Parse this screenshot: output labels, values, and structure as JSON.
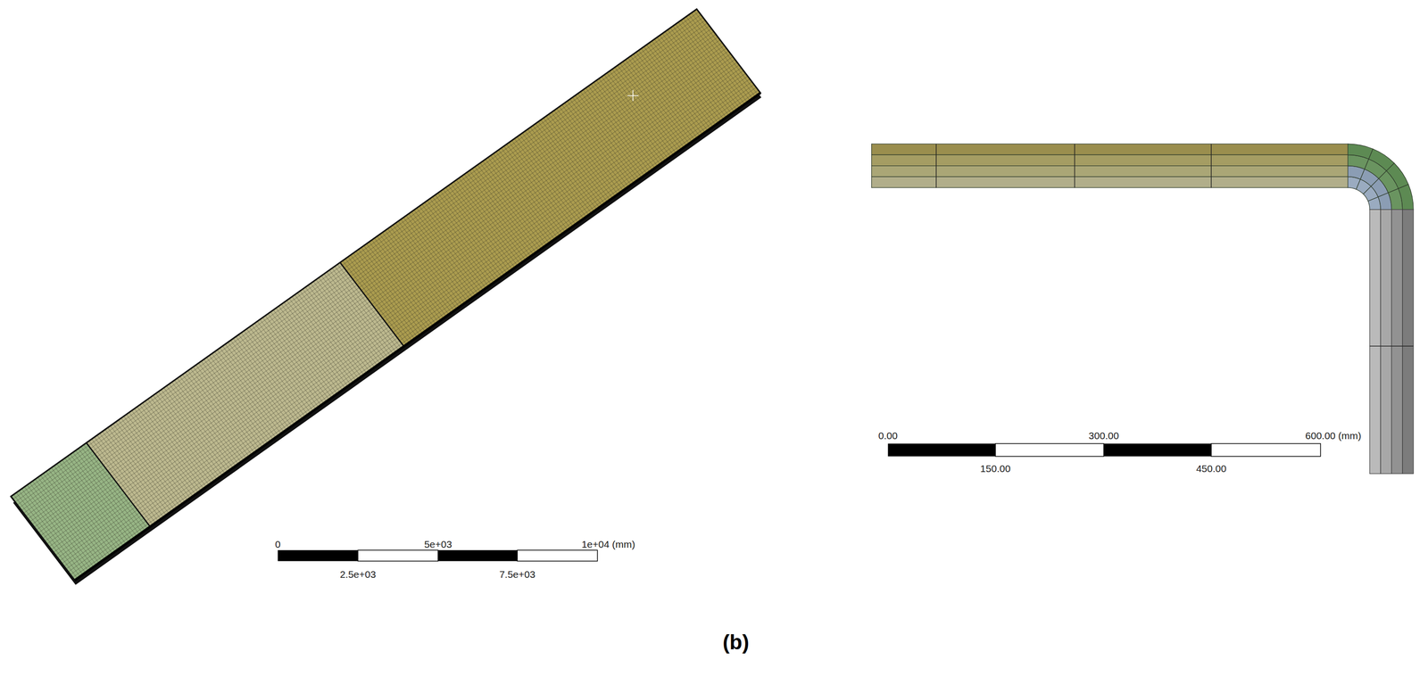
{
  "diagram": {
    "labels": [
      "0",
      "5e+03",
      "1e+04 (mm)",
      "2.5e+03",
      "7.5e+03",
      "0.00",
      "300.00",
      "600.00 (mm)",
      "150.00",
      "450.00",
      "(b)"
    ]
  }
}
